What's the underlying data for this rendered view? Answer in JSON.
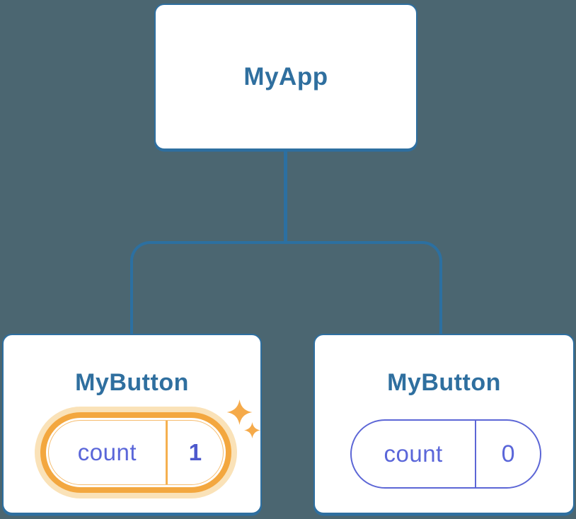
{
  "diagram": {
    "background_color": "#4b6671",
    "connector_color": "#2c70a1",
    "card_border_color": "#2e6fa0",
    "title_text_color": "#2f6f9f",
    "state_text_color": "#5a66d9",
    "state_value_bold_color": "#4d59cc",
    "highlight_ring_color": "#f3a73f",
    "highlight_glow_color": "#fae2b8",
    "sparkle_color": "#f5aa4a",
    "plain_pill_color": "#5c66d6",
    "root": {
      "label": "MyApp"
    },
    "children": [
      {
        "label": "MyButton",
        "highlighted": true,
        "state": {
          "name": "count",
          "value": "1"
        }
      },
      {
        "label": "MyButton",
        "highlighted": false,
        "state": {
          "name": "count",
          "value": "0"
        }
      }
    ]
  }
}
